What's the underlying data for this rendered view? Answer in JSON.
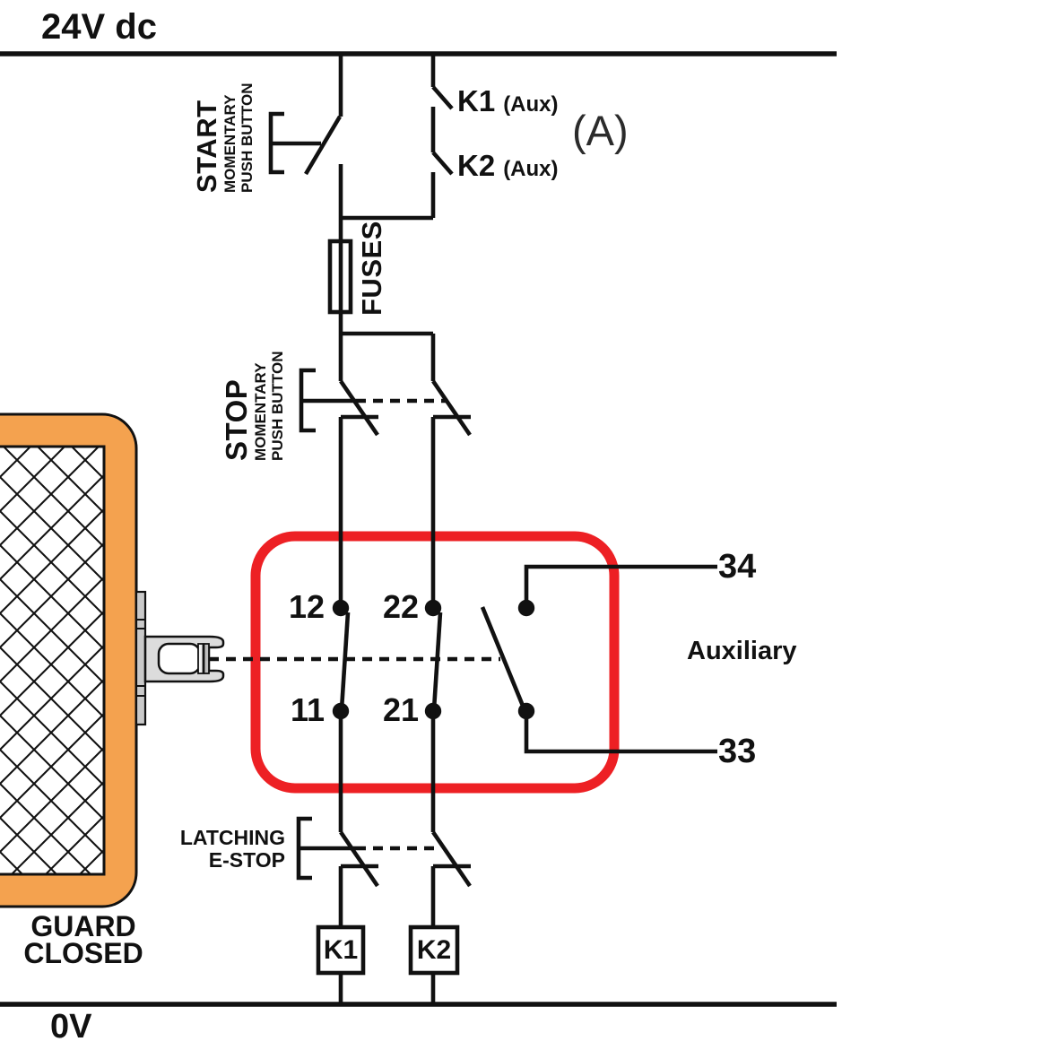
{
  "labels": {
    "rail_top": "24V dc",
    "rail_bottom": "0V",
    "start_button": {
      "title": "START",
      "sub1": "MOMENTARY",
      "sub2": "PUSH BUTTON"
    },
    "stop_button": {
      "title": "STOP",
      "sub1": "MOMENTARY",
      "sub2": "PUSH BUTTON"
    },
    "k1_contact": {
      "name": "K1",
      "qualifier": "(Aux)"
    },
    "k2_contact": {
      "name": "K2",
      "qualifier": "(Aux)"
    },
    "annotation": "(A)",
    "fuses": "FUSES",
    "terminals": {
      "t12": "12",
      "t22": "22",
      "t11": "11",
      "t21": "21",
      "t34": "34",
      "t33": "33"
    },
    "auxiliary": "Auxiliary",
    "estop": {
      "line1": "LATCHING",
      "line2": "E-STOP"
    },
    "coils": {
      "k1": "K1",
      "k2": "K2"
    },
    "guard": {
      "line1": "GUARD",
      "line2": "CLOSED"
    }
  },
  "colors": {
    "wire": "#111111",
    "highlight_red": "#ed2024",
    "guard_orange": "#f4a24f",
    "guard_mesh_bg": "#ffffff",
    "actuator_gray": "#dcdcdc",
    "annotation_gray": "#2b2b2b"
  }
}
